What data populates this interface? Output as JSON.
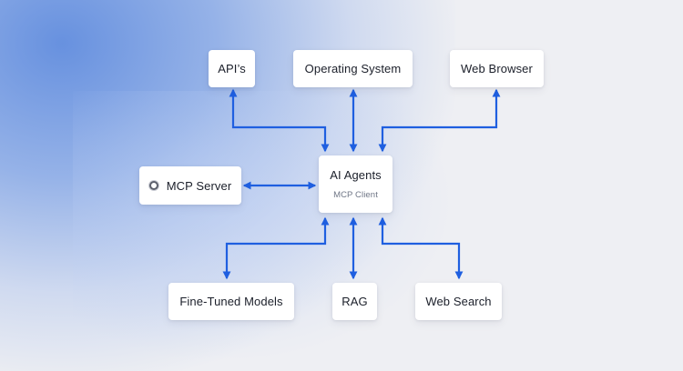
{
  "diagram": {
    "center": {
      "title": "AI Agents",
      "subtitle": "MCP Client"
    },
    "top_nodes": [
      {
        "label": "API’s"
      },
      {
        "label": "Operating System"
      },
      {
        "label": "Web Browser"
      }
    ],
    "left_node": {
      "label": "MCP Server",
      "icon": "server-icon"
    },
    "bottom_nodes": [
      {
        "label": "Fine-Tuned Models"
      },
      {
        "label": "RAG"
      },
      {
        "label": "Web Search"
      }
    ],
    "connectors": [
      {
        "from": "AI Agents",
        "to": "API’s",
        "direction": "bidirectional"
      },
      {
        "from": "AI Agents",
        "to": "Operating System",
        "direction": "bidirectional"
      },
      {
        "from": "AI Agents",
        "to": "Web Browser",
        "direction": "bidirectional"
      },
      {
        "from": "AI Agents",
        "to": "MCP Server",
        "direction": "bidirectional"
      },
      {
        "from": "AI Agents",
        "to": "Fine-Tuned Models",
        "direction": "bidirectional"
      },
      {
        "from": "AI Agents",
        "to": "RAG",
        "direction": "bidirectional"
      },
      {
        "from": "AI Agents",
        "to": "Web Search",
        "direction": "bidirectional"
      }
    ]
  },
  "colors": {
    "accent": "#1f5fe0",
    "node_background": "#ffffff",
    "text": "#1b1f2a",
    "subtext": "#6f7686",
    "page_background": "#eeeff3"
  }
}
